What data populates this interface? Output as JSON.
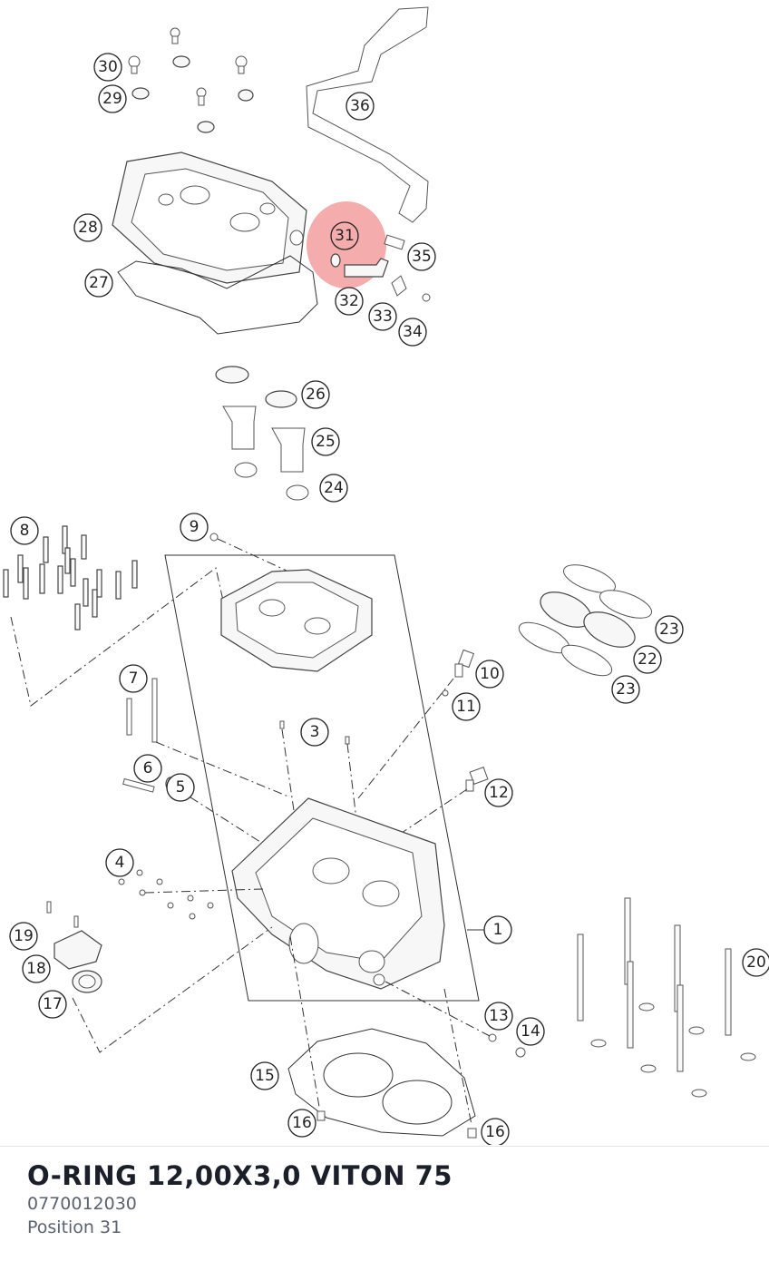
{
  "part": {
    "title": "O-RING 12,00X3,0 VITON 75",
    "number": "0770012030",
    "position_label": "Position 31"
  },
  "highlight": {
    "position": "31",
    "color": "#f08080"
  },
  "callouts": [
    "1",
    "3",
    "4",
    "5",
    "6",
    "7",
    "8",
    "9",
    "10",
    "11",
    "12",
    "13",
    "14",
    "15",
    "16",
    "16",
    "17",
    "18",
    "19",
    "20",
    "22",
    "23",
    "23",
    "24",
    "25",
    "26",
    "27",
    "28",
    "29",
    "30",
    "31",
    "32",
    "33",
    "34",
    "35",
    "36"
  ]
}
